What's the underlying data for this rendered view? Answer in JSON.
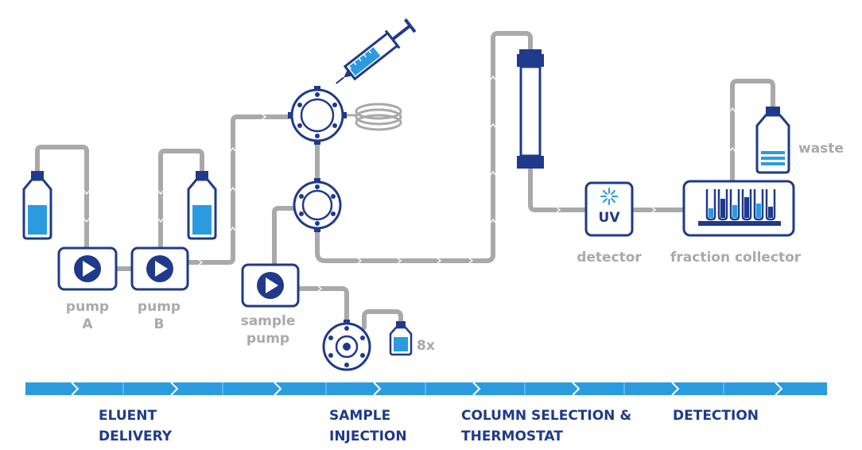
{
  "labels": {
    "pump_a": [
      "pump",
      "A"
    ],
    "pump_b": [
      "pump",
      "B"
    ],
    "sample_pump": [
      "sample",
      "pump"
    ],
    "vials_count": "8x",
    "uv": "UV",
    "detector": "detector",
    "fraction_collector": "fraction collector",
    "waste": "waste"
  },
  "stages": [
    {
      "line1": "ELUENT",
      "line2": "DELIVERY"
    },
    {
      "line1": "SAMPLE",
      "line2": "INJECTION"
    },
    {
      "line1": "COLUMN SELECTION &",
      "line2": "THERMOSTAT"
    },
    {
      "line1": "DETECTION",
      "line2": ""
    }
  ],
  "colors": {
    "navy": "#1f3a8a",
    "light_blue": "#2b9be0",
    "tubing": "#a9a9a9",
    "label_gray": "#a9a9a9"
  }
}
